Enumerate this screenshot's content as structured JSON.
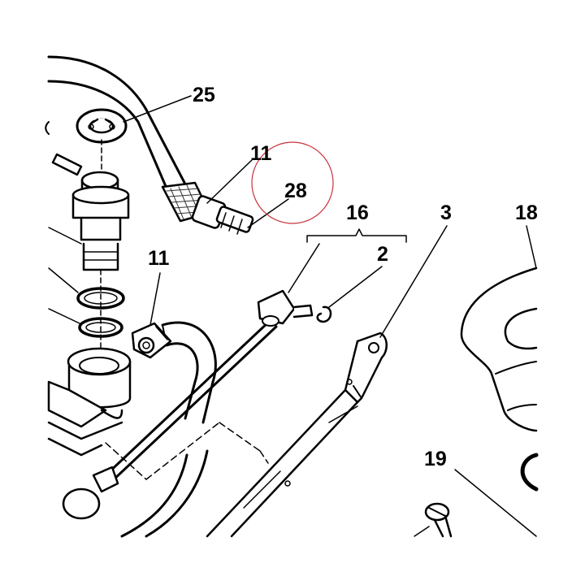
{
  "diagram": {
    "callouts": [
      {
        "id": "c25",
        "label": "25",
        "part": "retaining-clip"
      },
      {
        "id": "c11a",
        "label": "11",
        "part": "hose-clamp-upper"
      },
      {
        "id": "c28",
        "label": "28",
        "part": "hose-barb-fitting"
      },
      {
        "id": "c16",
        "label": "16",
        "part": "linkage-rod-assembly"
      },
      {
        "id": "c2",
        "label": "2",
        "part": "spring-clip"
      },
      {
        "id": "c3",
        "label": "3",
        "part": "lever-arm"
      },
      {
        "id": "c18",
        "label": "18",
        "part": "rubber-boot"
      },
      {
        "id": "c11b",
        "label": "11",
        "part": "hose-clamp-lower"
      },
      {
        "id": "c19",
        "label": "19",
        "part": "screw"
      }
    ],
    "highlight": {
      "color": "#c8323c",
      "target": "c28"
    },
    "colors": {
      "ink": "#000000",
      "paper": "#ffffff",
      "shade": "#d9d9d9"
    }
  }
}
